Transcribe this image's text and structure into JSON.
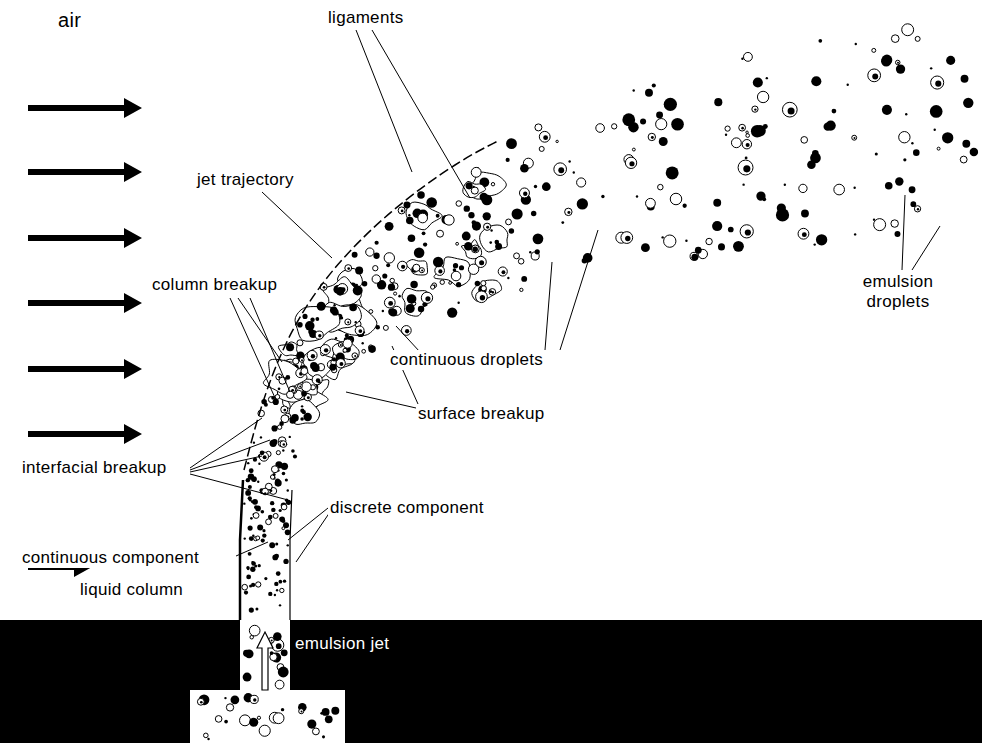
{
  "diagram": {
    "nodes": [
      {
        "text": [
          "emulsion jet"
        ]
      }
    ],
    "labels": [
      "air",
      "ligaments",
      "jet trajectory",
      "column breakup",
      "continuous droplets",
      "surface breakup",
      "interfacial breakup",
      "discrete component",
      "continuous component",
      "liquid column",
      "emulsion droplets"
    ]
  }
}
